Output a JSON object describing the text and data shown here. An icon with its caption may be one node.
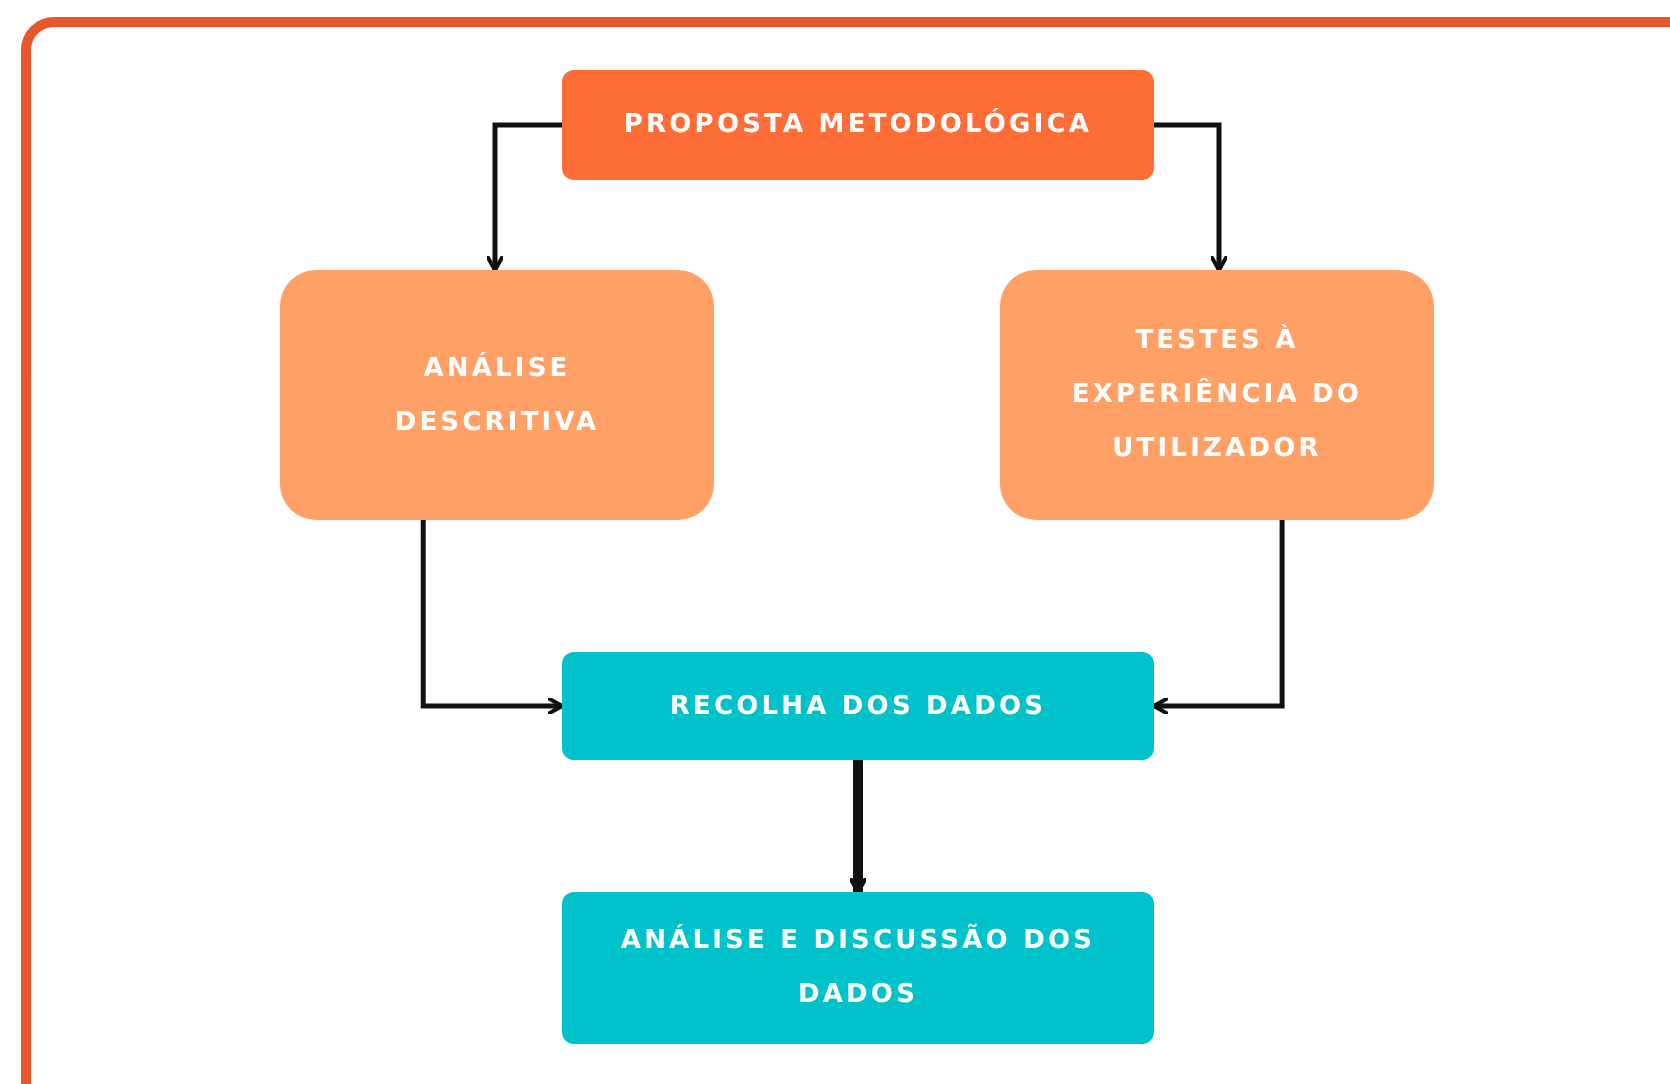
{
  "diagram": {
    "nodes": [
      {
        "text": [
          "PROPOSTA METODOLÓGICA"
        ]
      },
      {
        "text": [
          "ANÁLISE DESCRITIVA"
        ]
      },
      {
        "text": [
          "TESTES À EXPERIÊNCIA DO UTILIZADOR"
        ]
      },
      {
        "text": [
          "RECOLHA DOS DADOS"
        ]
      },
      {
        "text": [
          "ANÁLISE E DISCUSSÃO DOS DADOS"
        ]
      }
    ],
    "edges": [
      {
        "from": 0,
        "to": 1,
        "arrow": "to"
      },
      {
        "from": 0,
        "to": 2,
        "arrow": "to"
      },
      {
        "from": 1,
        "to": 3,
        "arrow": "to"
      },
      {
        "from": 2,
        "to": 3,
        "arrow": "to"
      },
      {
        "from": 3,
        "to": 4,
        "arrow": "to",
        "style": "thick"
      }
    ]
  }
}
